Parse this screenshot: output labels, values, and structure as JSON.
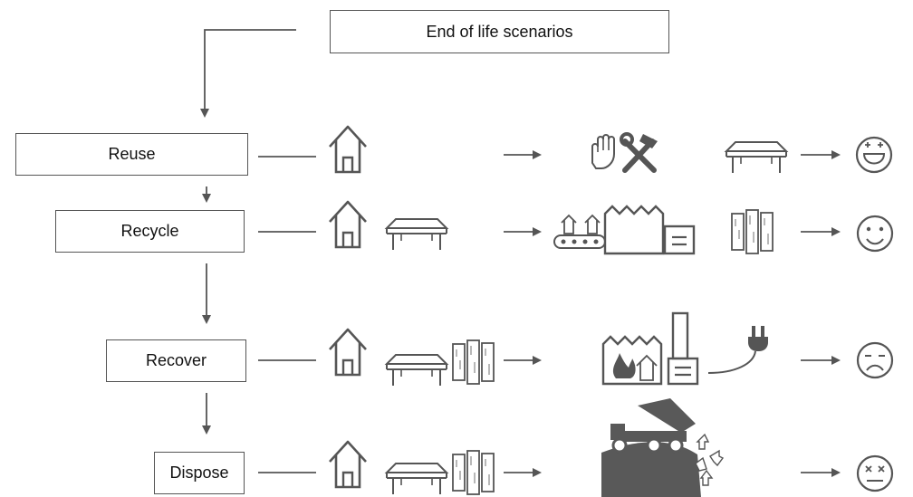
{
  "title": "End of life scenarios",
  "scenarios": [
    {
      "label": "Reuse"
    },
    {
      "label": "Recycle"
    },
    {
      "label": "Recover"
    },
    {
      "label": "Dispose"
    }
  ],
  "icons": {
    "house": "house-icon",
    "table": "table-icon",
    "timber": "timber-planks-icon",
    "repair": "hand-and-tools-icon",
    "recycling_factory": "recycling-factory-icon",
    "incinerator": "incineration-plant-icon",
    "plug": "power-plug-icon",
    "landfill": "dump-truck-landfill-icon",
    "faces": [
      "laughing-face-icon",
      "smiling-face-icon",
      "sad-face-icon",
      "dead-face-icon"
    ]
  },
  "colors": {
    "stroke": "#555555",
    "fill": "#595959",
    "text": "#111111"
  }
}
